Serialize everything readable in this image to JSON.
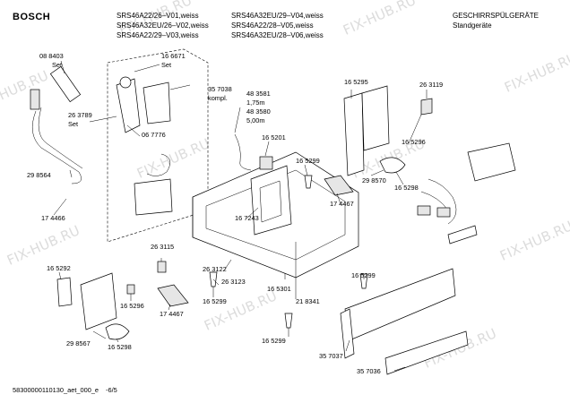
{
  "brand": "BOSCH",
  "models": {
    "col1": [
      "SRS46A22/26–V01,weiss",
      "SRS46A32EU/26–V02,weiss",
      "SRS46A22/29–V03,weiss"
    ],
    "col2": [
      "SRS46A32EU/29–V04,weiss",
      "SRS46A22/28–V05,weiss",
      "SRS46A32EU/28–V06,weiss"
    ]
  },
  "category": {
    "title": "GESCHIRRSPÜLGERÄTE",
    "subtitle": "Standgeräte"
  },
  "watermark": "FIX-HUB.RU",
  "labels": {
    "p08_8403": "08 8403",
    "set1": "Set",
    "p16_6671": "16 6671",
    "set2": "Set",
    "p35_7038": "35 7038",
    "kompl": "kompl.",
    "p48_3581": "48 3581",
    "len175": "1,75m",
    "p48_3580": "48 3580",
    "len500": "5,00m",
    "p26_3789": "26 3789",
    "set3": "Set",
    "p06_7776": "06 7776",
    "p16_5201": "16 5201",
    "p16_5295": "16 5295",
    "p26_3119": "26 3119",
    "p29_8564": "29 8564",
    "p16_5299_a": "16 5299",
    "p17_4466": "17 4466",
    "p17_4467_a": "17 4467",
    "p29_8570": "29 8570",
    "p16_5298_a": "16 5298",
    "p16_5296_a": "16 5296",
    "p16_7243": "16 7243",
    "p26_3115": "26 3115",
    "p16_5292": "16 5292",
    "p26_3122": "26 3122",
    "p16_5301": "16 5301",
    "p26_3123": "26 3123",
    "p16_5299_b": "16 5299",
    "p16_5299_c": "16 5299",
    "p21_8341": "21 8341",
    "p16_5296_b": "16 5296",
    "p17_4467_b": "17 4467",
    "p16_5299_d": "16 5299",
    "p29_8567": "29 8567",
    "p16_5298_b": "16 5298",
    "p35_7037": "35 7037",
    "p35_7036": "35 7036"
  },
  "footer": {
    "code": "58300000110130_aet_000_e",
    "page": "-6/5"
  }
}
